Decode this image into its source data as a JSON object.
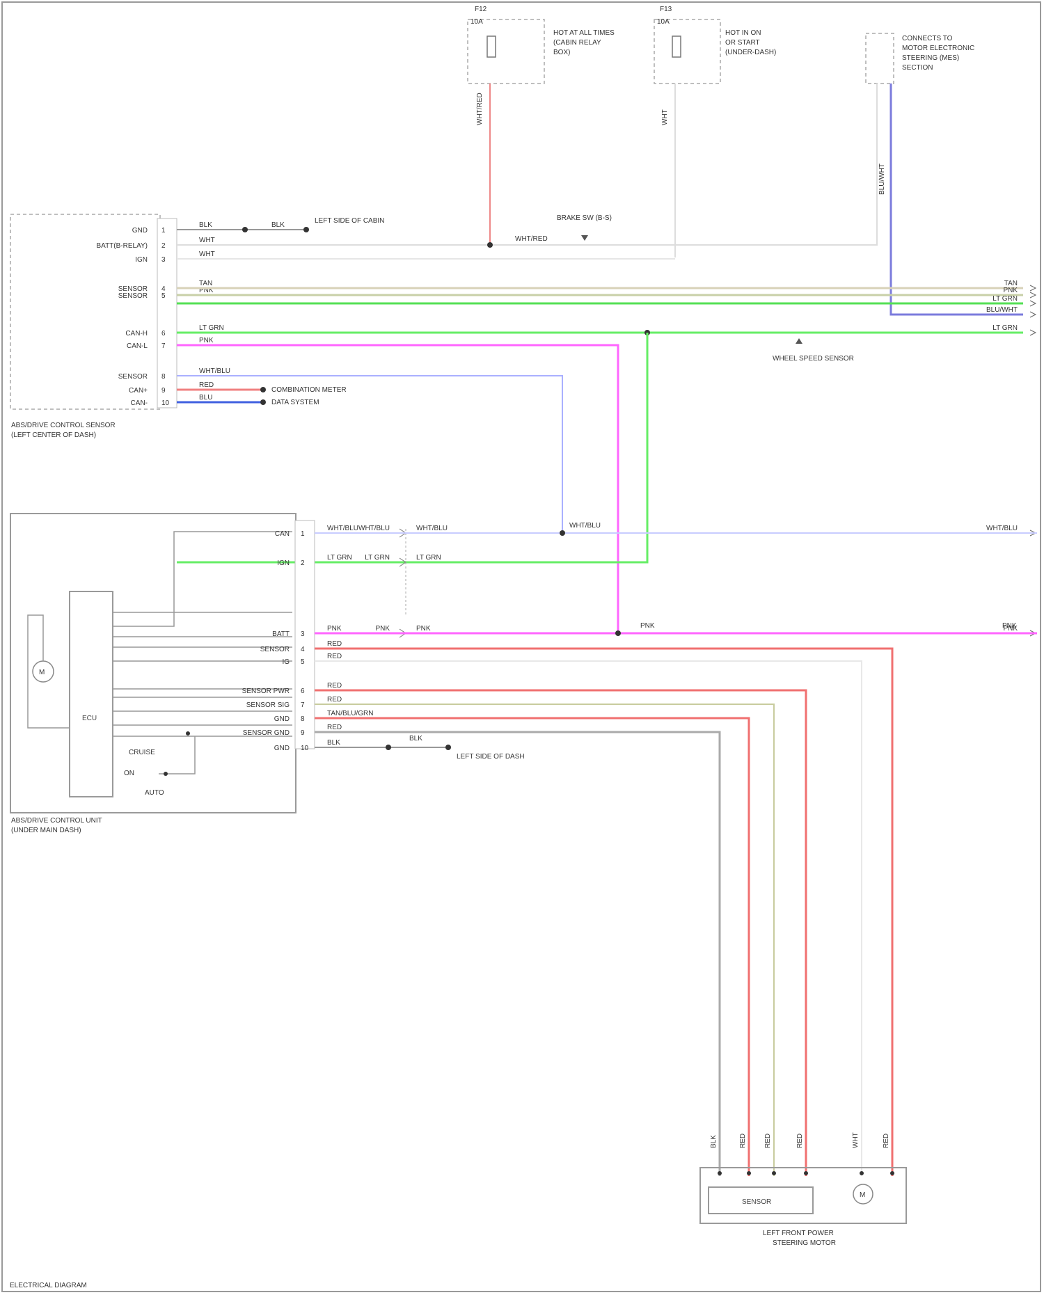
{
  "fuses": {
    "left": {
      "title": "F12",
      "rating": "10A",
      "lines": [
        "HOT AT ALL TIMES",
        "(CABIN RELAY",
        "BOX)"
      ],
      "wire": "WHT/RED"
    },
    "right": {
      "title": "F13",
      "rating": "10A",
      "lines": [
        "HOT IN ON",
        "OR START",
        "(UNDER-DASH)"
      ],
      "wire": "WHT"
    }
  },
  "top_right_box": {
    "lines": [
      "CONNECTS TO",
      "MOTOR ELECTRONIC",
      "STEERING (MES)",
      "SECTION"
    ],
    "wire": "BLU/WHT"
  },
  "brake_splice": "BRAKE SW (B-S)",
  "top_splice": "WHT/RED",
  "ground_top": {
    "wire": "BLK",
    "label": "LEFT SIDE OF CABIN"
  },
  "ground_bottom": {
    "wire": "BLK",
    "label": "LEFT SIDE OF DASH"
  },
  "wheel_speed_splice": "WHEEL SPEED SENSOR",
  "module_top": {
    "label": [
      "ABS/DRIVE CONTROL SENSOR",
      "(LEFT CENTER OF DASH)"
    ],
    "pins": [
      {
        "name": "GND",
        "pin": "1",
        "wire": "BLK"
      },
      {
        "name": "BATT(B-RELAY)",
        "pin": "2",
        "wire": "WHT"
      },
      {
        "name": "IGN",
        "pin": "3",
        "wire": "WHT"
      },
      {
        "name": "SENSOR",
        "pin": "4",
        "wire": "TAN"
      },
      {
        "name": "SENSOR",
        "pin": "5",
        "wire": "PNK"
      },
      {
        "name": "CAN-H",
        "pin": "6",
        "wire": "LT GRN"
      },
      {
        "name": "CAN-L",
        "pin": "7",
        "wire": "PNK"
      },
      {
        "name": "SENSOR",
        "pin": "8",
        "wire": "WHT/BLU"
      },
      {
        "name": "CAN+",
        "pin": "9",
        "wire": "RED"
      },
      {
        "name": "CAN-",
        "pin": "10",
        "wire": "BLU"
      }
    ],
    "right_callouts": [
      {
        "text": "COMBINATION METER"
      },
      {
        "text": "DATA SYSTEM"
      }
    ]
  },
  "module_bottom": {
    "label": [
      "ABS/DRIVE CONTROL UNIT",
      "(UNDER MAIN DASH)"
    ],
    "pins": [
      {
        "name": "CAN",
        "pin": "1",
        "wire": "WHT/BLU"
      },
      {
        "name": "IGN",
        "pin": "2",
        "wire": "LT GRN"
      },
      {
        "name": "BATT",
        "pin": "3",
        "wire": "PNK"
      },
      {
        "name": "SENSOR",
        "pin": "4",
        "wire": "RED"
      },
      {
        "name": "IG",
        "pin": "5",
        "wire": "RED"
      },
      {
        "name": "SENSOR PWR",
        "pin": "6",
        "wire": "RED"
      },
      {
        "name": "SENSOR SIG",
        "pin": "7",
        "wire": "RED"
      },
      {
        "name": "GND",
        "pin": "8",
        "wire": "TAN/BLU/GRN"
      },
      {
        "name": "SENSOR GND",
        "pin": "9",
        "wire": "RED"
      },
      {
        "name": "GND",
        "pin": "10",
        "wire": "BLK"
      }
    ],
    "mid_connector": [
      {
        "left": "WHT/BLU",
        "right": "WHT/BLU"
      },
      {
        "left": "LT GRN",
        "right": "LT GRN"
      },
      {
        "left": "PNK",
        "right": "PNK"
      }
    ],
    "ecu_label": "ECU",
    "switch_labels": [
      "CRUISE",
      "ON",
      "AUTO"
    ]
  },
  "edge_labels": [
    "TAN",
    "PNK",
    "LT GRN",
    "BLU/WHT",
    "LT GRN",
    "WHT/BLU",
    "PNK"
  ],
  "bus_labels": {
    "wht_blu_right": "WHT/BLU",
    "pnk_right": "PNK",
    "pnk_mid": "PNK"
  },
  "actuator": {
    "label": [
      "LEFT FRONT POWER",
      "STEERING MOTOR"
    ],
    "inner": "SENSOR",
    "pins": [
      "BLK",
      "RED",
      "RED",
      "RED",
      "WHT",
      "RED"
    ]
  },
  "footer": "ELECTRICAL DIAGRAM"
}
